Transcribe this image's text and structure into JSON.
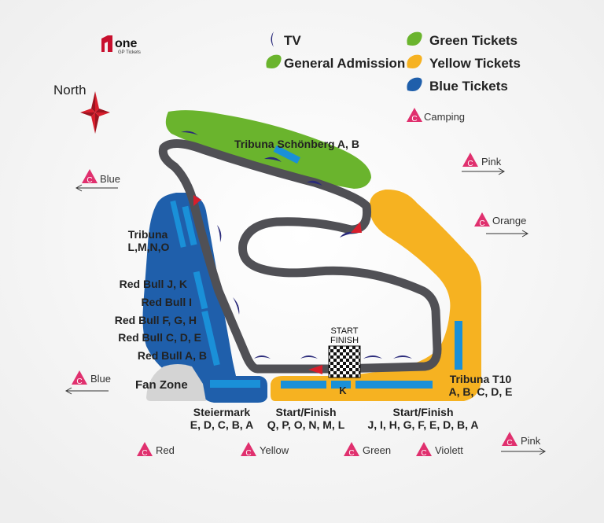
{
  "brand": {
    "name": "one",
    "tagline": "GP Tickets",
    "color": "#c8102e"
  },
  "compass": {
    "label": "North"
  },
  "legend": [
    {
      "label": "TV",
      "swatch": "tv",
      "color": "#2a2a7a"
    },
    {
      "label": "General Admission",
      "swatch": "blob",
      "color": "#6ab42d"
    },
    {
      "label": "Green Tickets",
      "swatch": "blob",
      "color": "#6ab42d"
    },
    {
      "label": "Yellow Tickets",
      "swatch": "blob",
      "color": "#f6b221"
    },
    {
      "label": "Blue Tickets",
      "swatch": "blob",
      "color": "#1f5fab"
    }
  ],
  "colors": {
    "green_zone": "#6ab42d",
    "yellow_zone": "#f6b221",
    "blue_zone": "#1f5fab",
    "stand": "#1a90d8",
    "track": "#505055",
    "fan_zone": "#d4d4d4",
    "camping": "#e0306e",
    "marker": "#d81e2c"
  },
  "camping": [
    {
      "label": "Camping",
      "arrow": "none"
    },
    {
      "label": "Blue",
      "arrow": "left"
    },
    {
      "label": "Pink",
      "arrow": "right"
    },
    {
      "label": "Orange",
      "arrow": "right"
    },
    {
      "label": "Blue",
      "arrow": "left"
    },
    {
      "label": "Red",
      "arrow": "none"
    },
    {
      "label": "Yellow",
      "arrow": "none"
    },
    {
      "label": "Green",
      "arrow": "none"
    },
    {
      "label": "Violett",
      "arrow": "none"
    },
    {
      "label": "Pink",
      "arrow": "right"
    }
  ],
  "camping_glyph": "C",
  "grandstands": {
    "schoenberg": "Tribuna Schönberg A, B",
    "tribuna_lmno_1": "Tribuna",
    "tribuna_lmno_2": "L,M,N,O",
    "red_bull_jk": "Red Bull J, K",
    "red_bull_i": "Red Bull I",
    "red_bull_fgh": "Red Bull F, G, H",
    "red_bull_cde": "Red Bull C, D, E",
    "red_bull_ab": "Red Bull A, B",
    "fan_zone": "Fan Zone",
    "steiermark_1": "Steiermark",
    "steiermark_2": "E, D, C, B, A",
    "sf_left_1": "Start/Finish",
    "sf_left_2": "Q, P, O, N, M, L",
    "sf_right_1": "Start/Finish",
    "sf_right_2": "J, I, H, G, F, E, D, B, A",
    "t10_1": "Tribuna T10",
    "t10_2": "A, B, C, D, E",
    "k": "K"
  },
  "start_finish": {
    "line1": "START",
    "line2": "FINISH"
  }
}
